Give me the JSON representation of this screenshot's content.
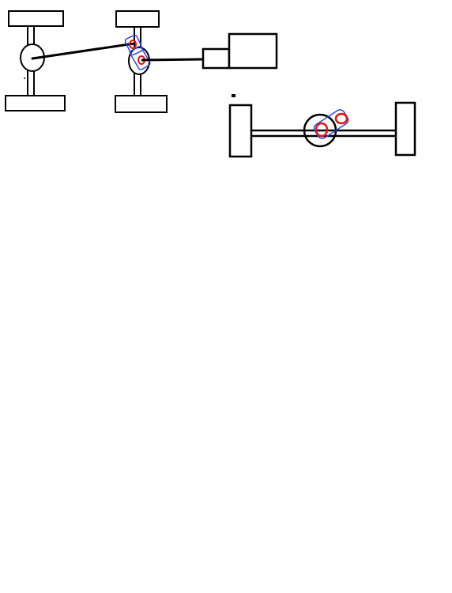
{
  "page": {
    "background": "#ffffff"
  },
  "colors": {
    "stroke": "#000000",
    "highlight_outline": "#3344dd",
    "highlight_ring": "#ee1111"
  },
  "figures": [
    {
      "name": "top-view-drivetrain-sketch",
      "parts": [
        "front-axle",
        "rear-axle",
        "wheels",
        "hub-circles",
        "drive-shaft",
        "gear-box",
        "motor-body"
      ]
    },
    {
      "name": "rear-view-axle-sketch",
      "parts": [
        "left-wheel",
        "right-wheel",
        "axle-rails",
        "hub-circle",
        "gear-pair"
      ]
    }
  ]
}
